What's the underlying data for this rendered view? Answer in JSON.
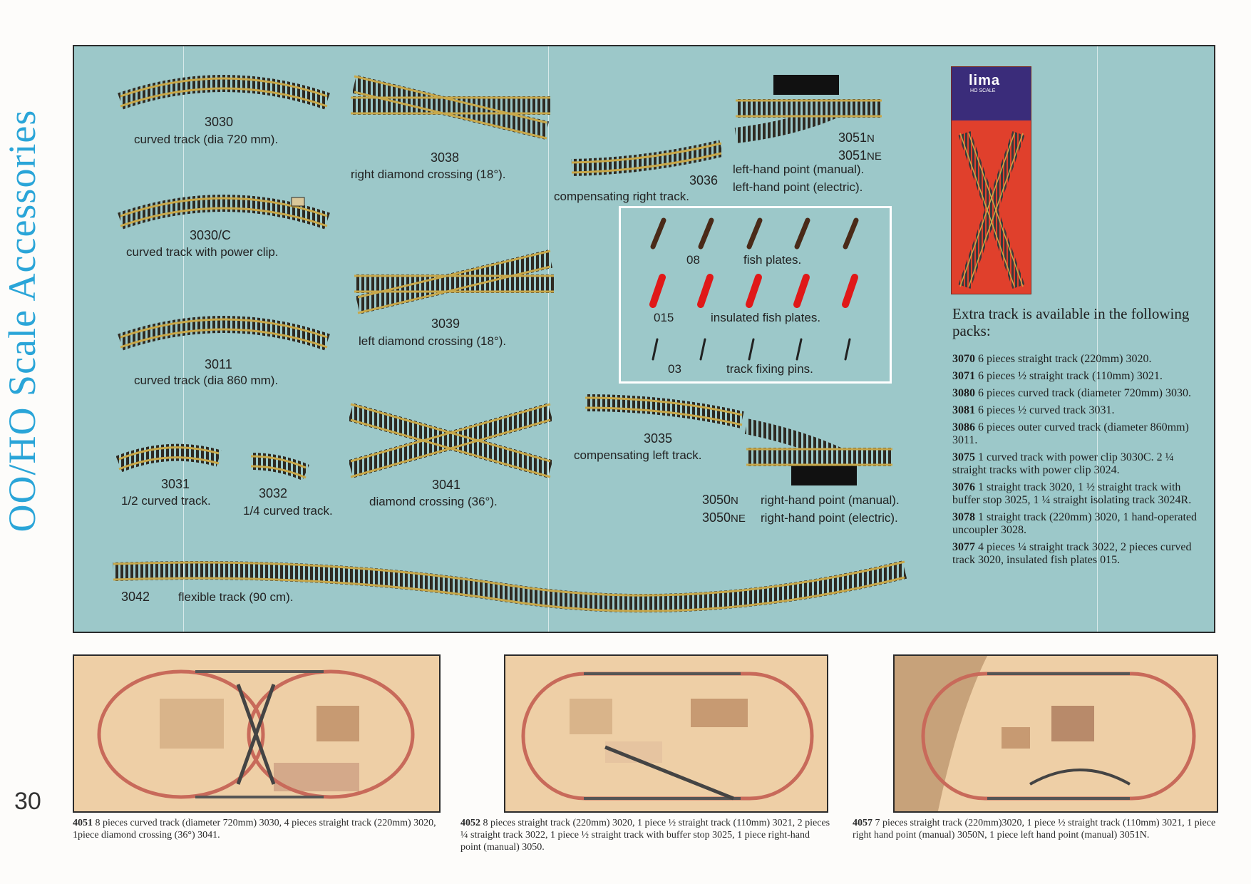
{
  "page": {
    "side_title": "OO/HO Scale Accessories",
    "page_number": "30"
  },
  "tracks": {
    "t3030": {
      "code": "3030",
      "desc": "curved track (dia 720 mm)."
    },
    "t3030c": {
      "code": "3030/C",
      "desc": "curved track with power clip."
    },
    "t3011": {
      "code": "3011",
      "desc": "curved track (dia 860 mm)."
    },
    "t3031": {
      "code": "3031",
      "desc": "1/2 curved track."
    },
    "t3032": {
      "code": "3032",
      "desc": "1/4 curved track."
    },
    "t3038": {
      "code": "3038",
      "desc": "right diamond crossing (18°)."
    },
    "t3039": {
      "code": "3039",
      "desc": "left diamond crossing (18°)."
    },
    "t3041": {
      "code": "3041",
      "desc": "diamond crossing (36°)."
    },
    "t3036": {
      "code": "3036",
      "desc": "compensating right track."
    },
    "t3035": {
      "code": "3035",
      "desc": "compensating left track."
    },
    "t3051": {
      "code_n": "3051",
      "suffix_n": "N",
      "code_ne": "3051",
      "suffix_ne": "NE",
      "desc_manual": "left-hand point (manual).",
      "desc_electric": "left-hand point (electric)."
    },
    "t3050": {
      "code_n": "3050",
      "suffix_n": "N",
      "code_ne": "3050",
      "suffix_ne": "NE",
      "desc_manual": "right-hand point (manual).",
      "desc_electric": "right-hand point (electric)."
    },
    "t3042": {
      "code": "3042",
      "desc": "flexible track (90 cm)."
    }
  },
  "fish": {
    "plates": {
      "code": "08",
      "desc": "fish plates."
    },
    "insulated": {
      "code": "015",
      "desc": "insulated fish plates."
    },
    "pins": {
      "code": "03",
      "desc": "track fixing pins."
    }
  },
  "pack": {
    "brand": "lima",
    "scale": "HO SCALE"
  },
  "extra": {
    "heading": "Extra track is available in the following packs:",
    "items": [
      {
        "code": "3070",
        "text": "6 pieces straight track (220mm) 3020."
      },
      {
        "code": "3071",
        "text": "6 pieces ½ straight track (110mm) 3021."
      },
      {
        "code": "3080",
        "text": "6 pieces curved track (diameter 720mm) 3030."
      },
      {
        "code": "3081",
        "text": "6 pieces ½ curved track 3031."
      },
      {
        "code": "3086",
        "text": "6 pieces outer curved track (diameter 860mm) 3011."
      },
      {
        "code": "3075",
        "text": "1 curved track with power clip 3030C. 2 ¼ straight tracks with power clip 3024."
      },
      {
        "code": "3076",
        "text": "1 straight track 3020, 1 ½ straight track with buffer stop 3025, 1 ¼ straight isolating track 3024R."
      },
      {
        "code": "3078",
        "text": "1 straight track (220mm) 3020, 1 hand-operated uncoupler 3028."
      },
      {
        "code": "3077",
        "text": "4 pieces ¼ straight track 3022, 2 pieces curved track 3020, insulated fish plates 015."
      }
    ]
  },
  "layouts": [
    {
      "code": "4051",
      "text": "8 pieces curved track (diameter 720mm) 3030, 4 pieces straight track (220mm) 3020, 1piece diamond crossing (36°) 3041."
    },
    {
      "code": "4052",
      "text": "8 pieces straight track (220mm) 3020, 1 piece ½ straight track (110mm) 3021, 2 pieces ¼ straight track 3022, 1 piece ½ straight track with buffer stop 3025, 1 piece right-hand point (manual) 3050."
    },
    {
      "code": "4057",
      "text": "7 pieces straight track (220mm)3020, 1 piece ½ straight track (110mm) 3021, 1 piece right hand point (manual) 3050N, 1 piece left hand point (manual) 3051N."
    }
  ],
  "colors": {
    "panel": "#9cc8c9",
    "title": "#2aa5d8",
    "pack_red": "#e0402c",
    "pack_blue": "#3a2c7a",
    "layout_bg": "#eecfa6",
    "rail": "#c8a84a",
    "tie": "#2e2a22"
  }
}
